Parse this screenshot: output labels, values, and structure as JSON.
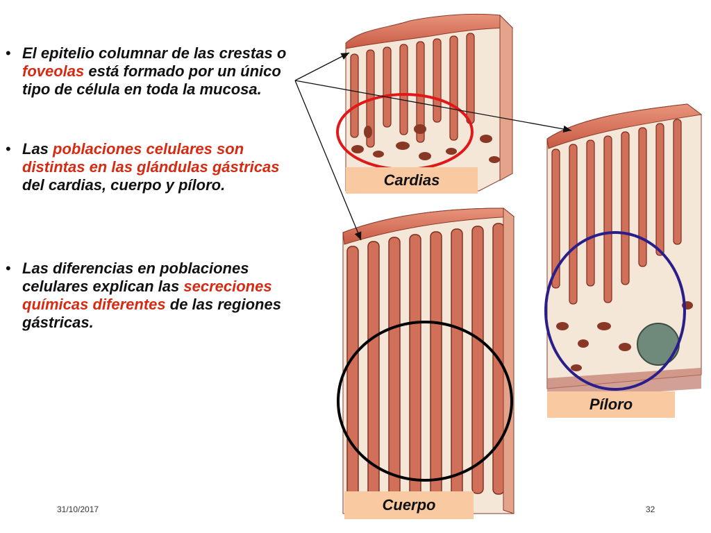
{
  "bullets": [
    {
      "parts": [
        {
          "text": "El epitelio columnar de las crestas o ",
          "hl": false
        },
        {
          "text": "foveolas",
          "hl": true
        },
        {
          "text": " está formado por un único tipo de célula en toda la mucosa.",
          "hl": false
        }
      ]
    },
    {
      "parts": [
        {
          "text": "Las ",
          "hl": false
        },
        {
          "text": "poblaciones celulares son distintas en las glándulas gástricas",
          "hl": true
        },
        {
          "text": " del cardias, cuerpo y píloro.",
          "hl": false
        }
      ]
    },
    {
      "parts": [
        {
          "text": "Las diferencias en poblaciones celulares explican las ",
          "hl": false
        },
        {
          "text": "secreciones químicas diferentes",
          "hl": true
        },
        {
          "text": " de las regiones gástricas.",
          "hl": false
        }
      ]
    }
  ],
  "labels": {
    "cardias": "Cardias",
    "piloro": "Píloro",
    "cuerpo": "Cuerpo"
  },
  "footer": {
    "date": "31/10/2017",
    "page": "32"
  },
  "colors": {
    "highlight": "#d62a12",
    "label_bg": "#f9c9a2",
    "circle_cardias": "#e01818",
    "circle_piloro": "#2a1e8a",
    "circle_cuerpo": "#000000",
    "tissue": "#d9735a"
  }
}
